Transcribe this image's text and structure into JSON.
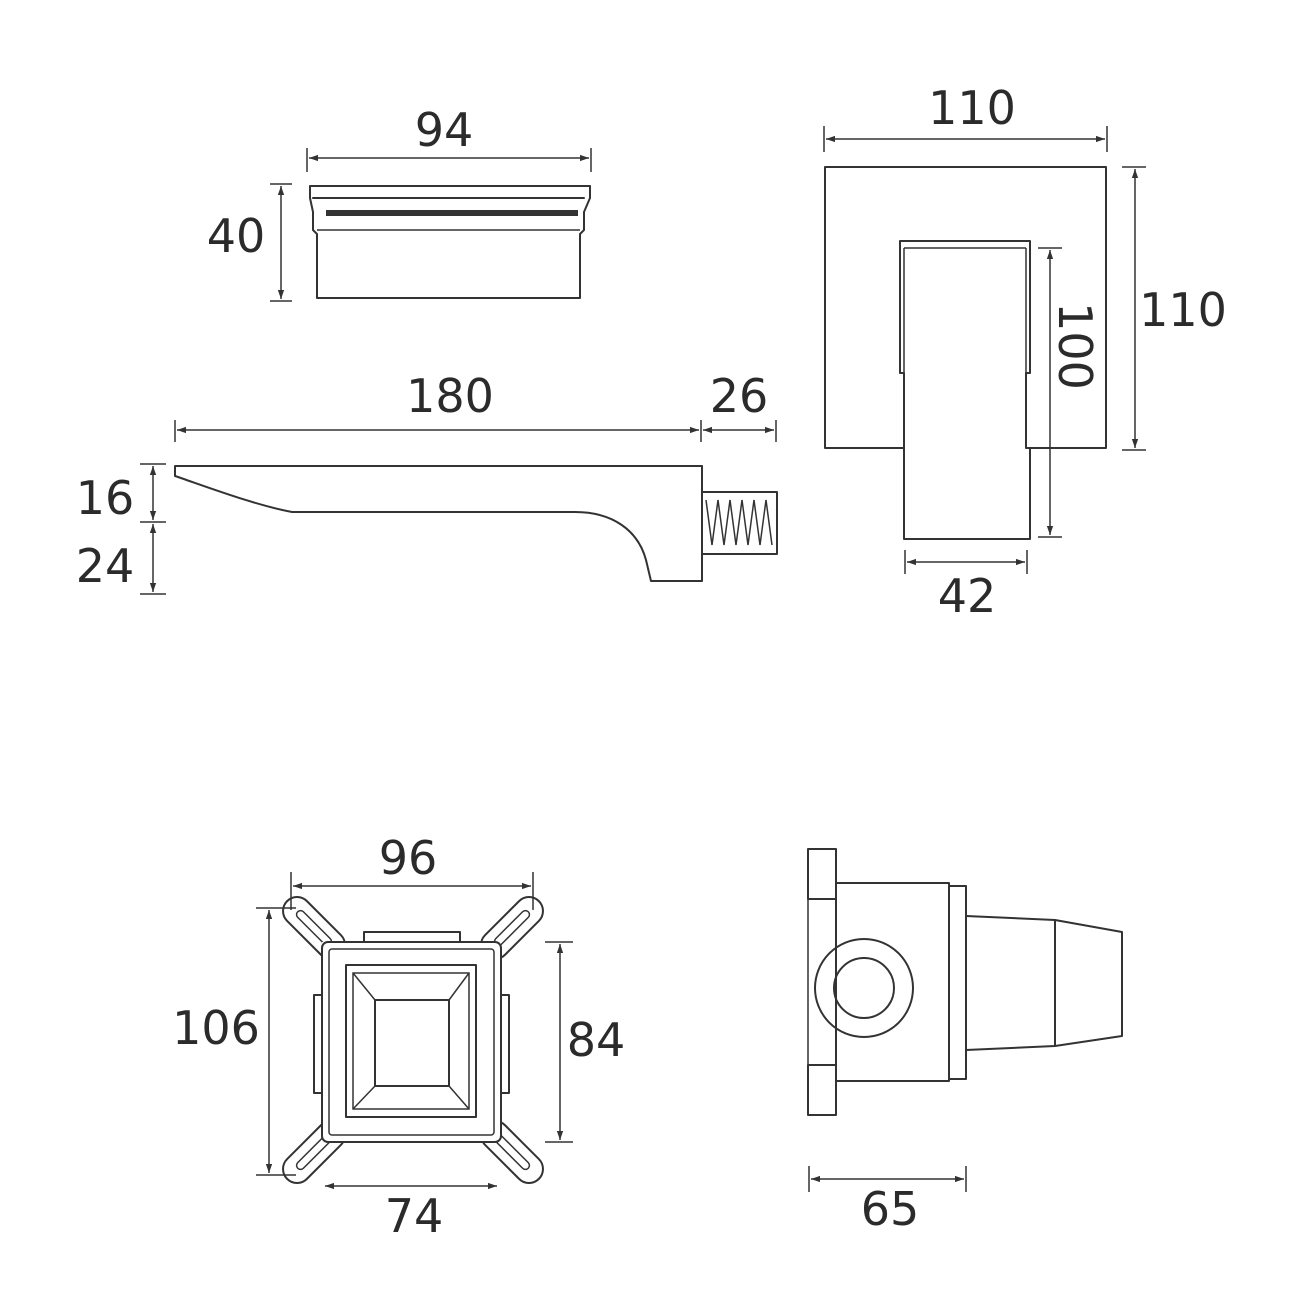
{
  "dimensions": {
    "spout_top_width": "94",
    "spout_top_height": "40",
    "spout_length": "180",
    "spout_connector": "26",
    "spout_upper_thickness": "16",
    "spout_lower_thickness": "24",
    "plate_width": "110",
    "plate_height": "110",
    "handle_height": "100",
    "handle_width": "42",
    "valve_box_width": "96",
    "valve_box_height": "106",
    "valve_inner_height": "84",
    "valve_inner_width": "74",
    "valve_depth": "65"
  }
}
